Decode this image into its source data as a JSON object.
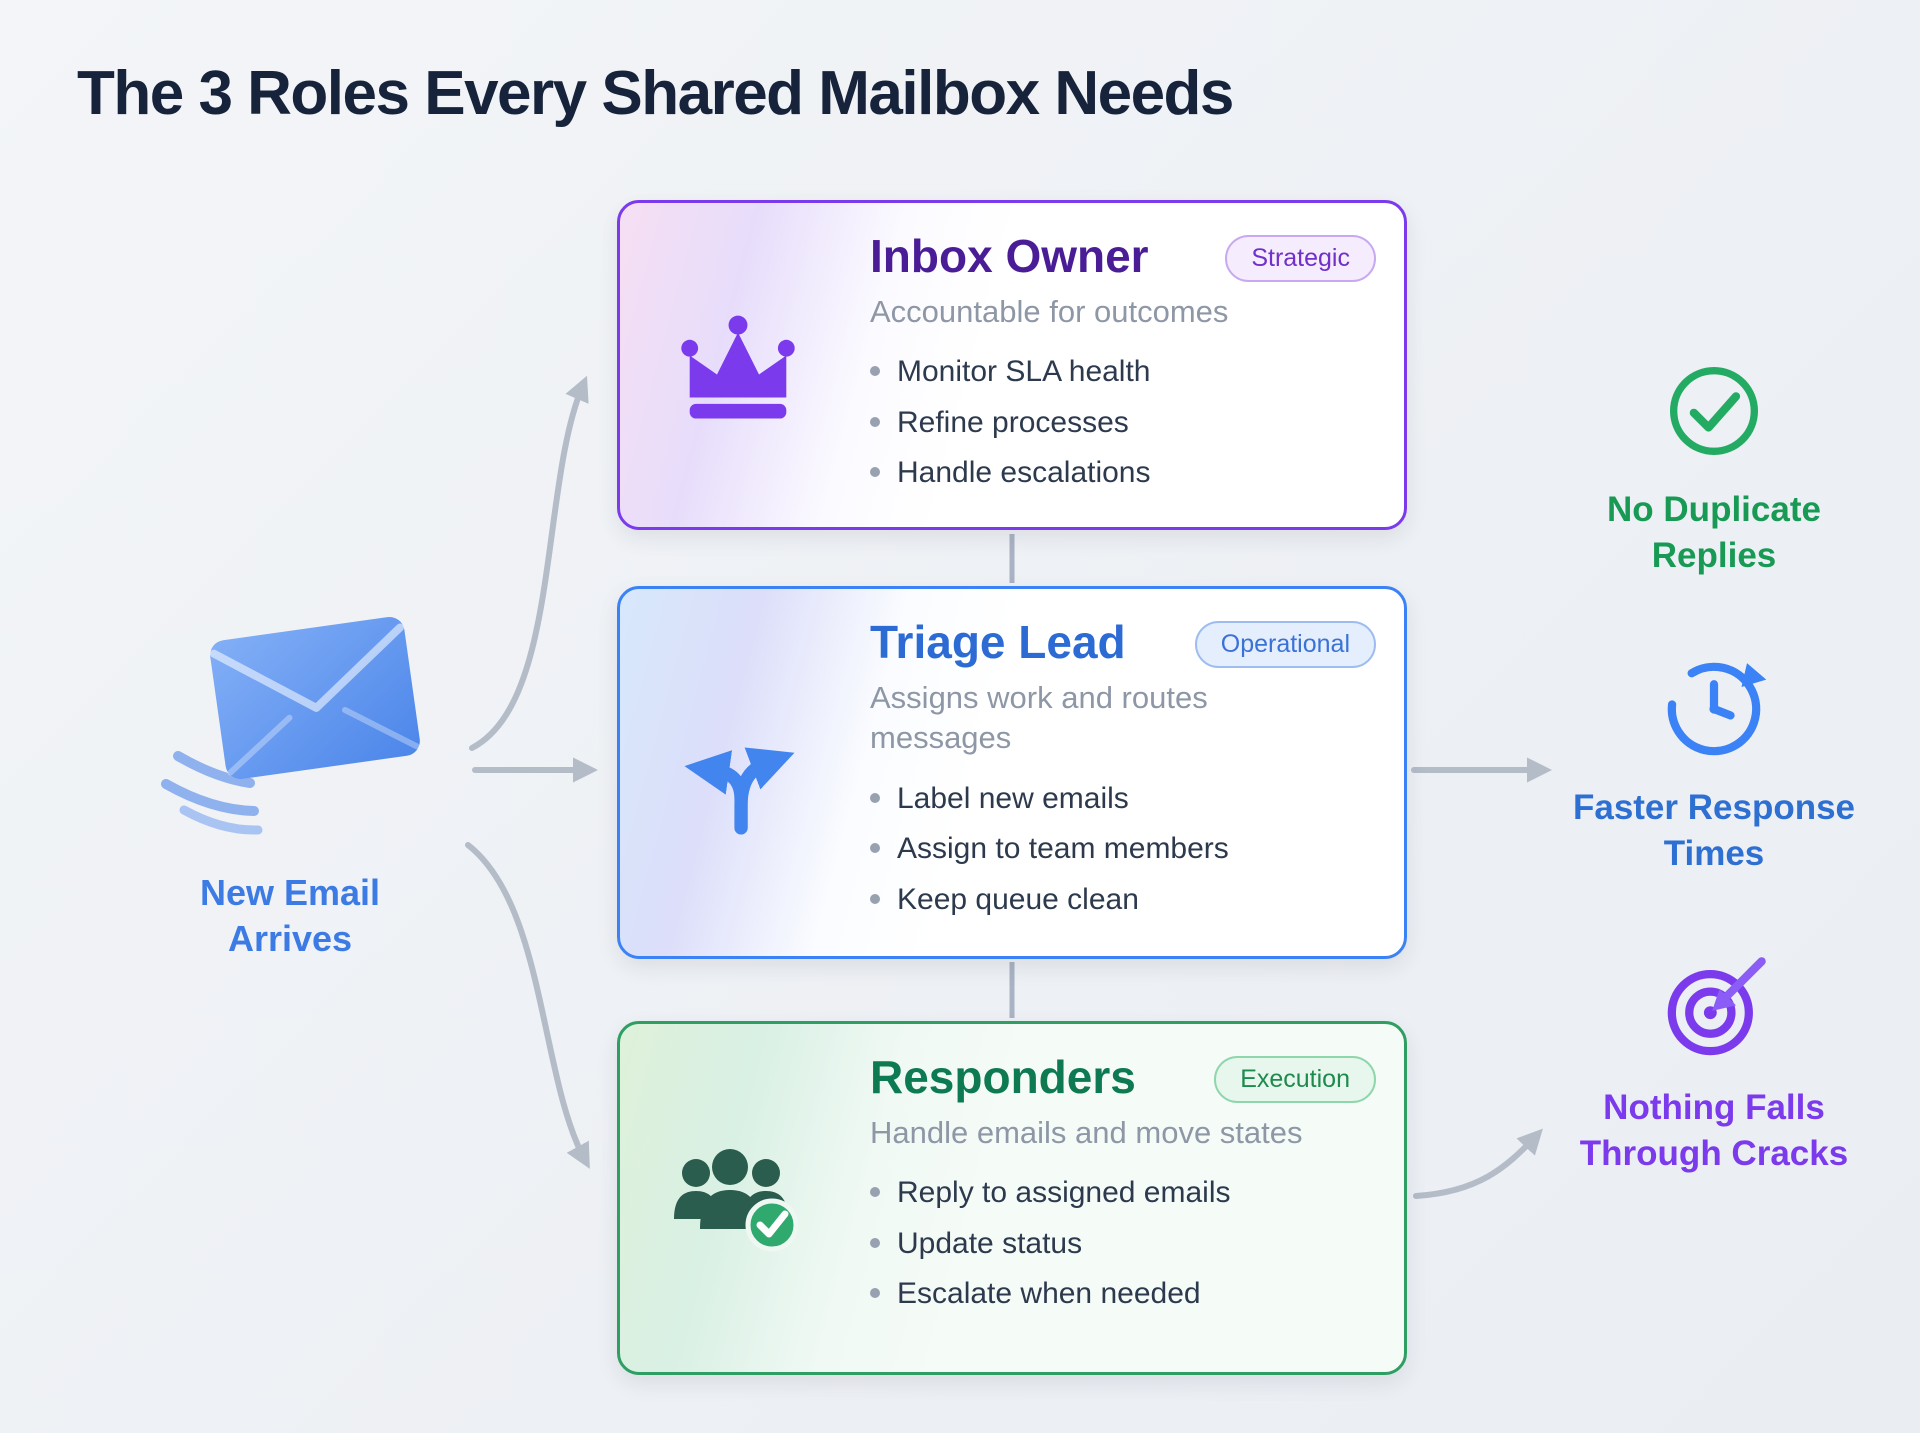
{
  "page": {
    "title": "The 3 Roles Every Shared Mailbox Needs",
    "background": "#eef1f5"
  },
  "source": {
    "label": "New Email Arrives",
    "icon": "envelope-icon",
    "color": "#3d7be4"
  },
  "roles": [
    {
      "title": "Inbox Owner",
      "badge": "Strategic",
      "subtitle": "Accountable for outcomes",
      "bullets": [
        "Monitor SLA health",
        "Refine processes",
        "Handle escalations"
      ],
      "icon": "crown-icon",
      "accent": "#7c3aed"
    },
    {
      "title": "Triage Lead",
      "badge": "Operational",
      "subtitle": "Assigns work and routes messages",
      "bullets": [
        "Label new emails",
        "Assign to team members",
        "Keep queue clean"
      ],
      "icon": "split-arrows-icon",
      "accent": "#3b82f6"
    },
    {
      "title": "Responders",
      "badge": "Execution",
      "subtitle": "Handle emails and move states",
      "bullets": [
        "Reply to assigned emails",
        "Update status",
        "Escalate when needed"
      ],
      "icon": "team-check-icon",
      "accent": "#2f9e63"
    }
  ],
  "outcomes": [
    {
      "label": "No Duplicate Replies",
      "icon": "check-circle-icon",
      "color": "#189a55"
    },
    {
      "label": "Faster Response Times",
      "icon": "clock-history-icon",
      "color": "#2e6fd2"
    },
    {
      "label": "Nothing Falls Through Cracks",
      "icon": "target-arrow-icon",
      "color": "#7c3aed"
    }
  ]
}
